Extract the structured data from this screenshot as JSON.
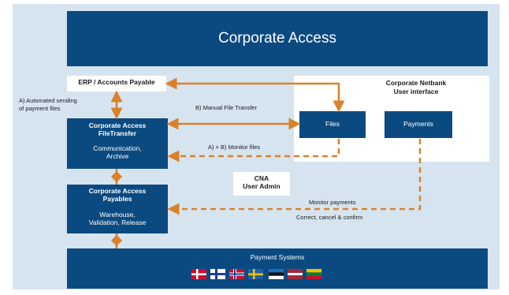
{
  "title": "Corporate Access",
  "erp_label": "ERP / Accounts Payable",
  "netbank_title_line1": "Corporate Netbank",
  "netbank_title_line2": "User interface",
  "files_label": "Files",
  "payments_label": "Payments",
  "filetransfer": {
    "title_line1": "Corporate Access",
    "title_line2": "FileTransfer",
    "sub_line1": "Communication,",
    "sub_line2": "Archive"
  },
  "payables": {
    "title_line1": "Corporate Access",
    "title_line2": "Payables",
    "sub_line1": "Warehouse,",
    "sub_line2": "Validation, Release"
  },
  "cna_line1": "CNA",
  "cna_line2": "User Admin",
  "automated_line1": "A) Automated sending",
  "automated_line2": "of payment files",
  "manual_transfer": "B) Manual File Transfer",
  "monitor_files": "A) + B) Monitor files",
  "monitor_payments": "Monitor payments",
  "correct_confirm": "Correct, cancel & confirm",
  "payment_systems": "Payment Systems",
  "flags": [
    "denmark",
    "finland",
    "norway",
    "sweden",
    "estonia",
    "latvia",
    "lithuania"
  ],
  "colors": {
    "background": "#d6e4f0",
    "navy": "#0b4a80",
    "orange": "#d9822b",
    "white": "#ffffff"
  }
}
